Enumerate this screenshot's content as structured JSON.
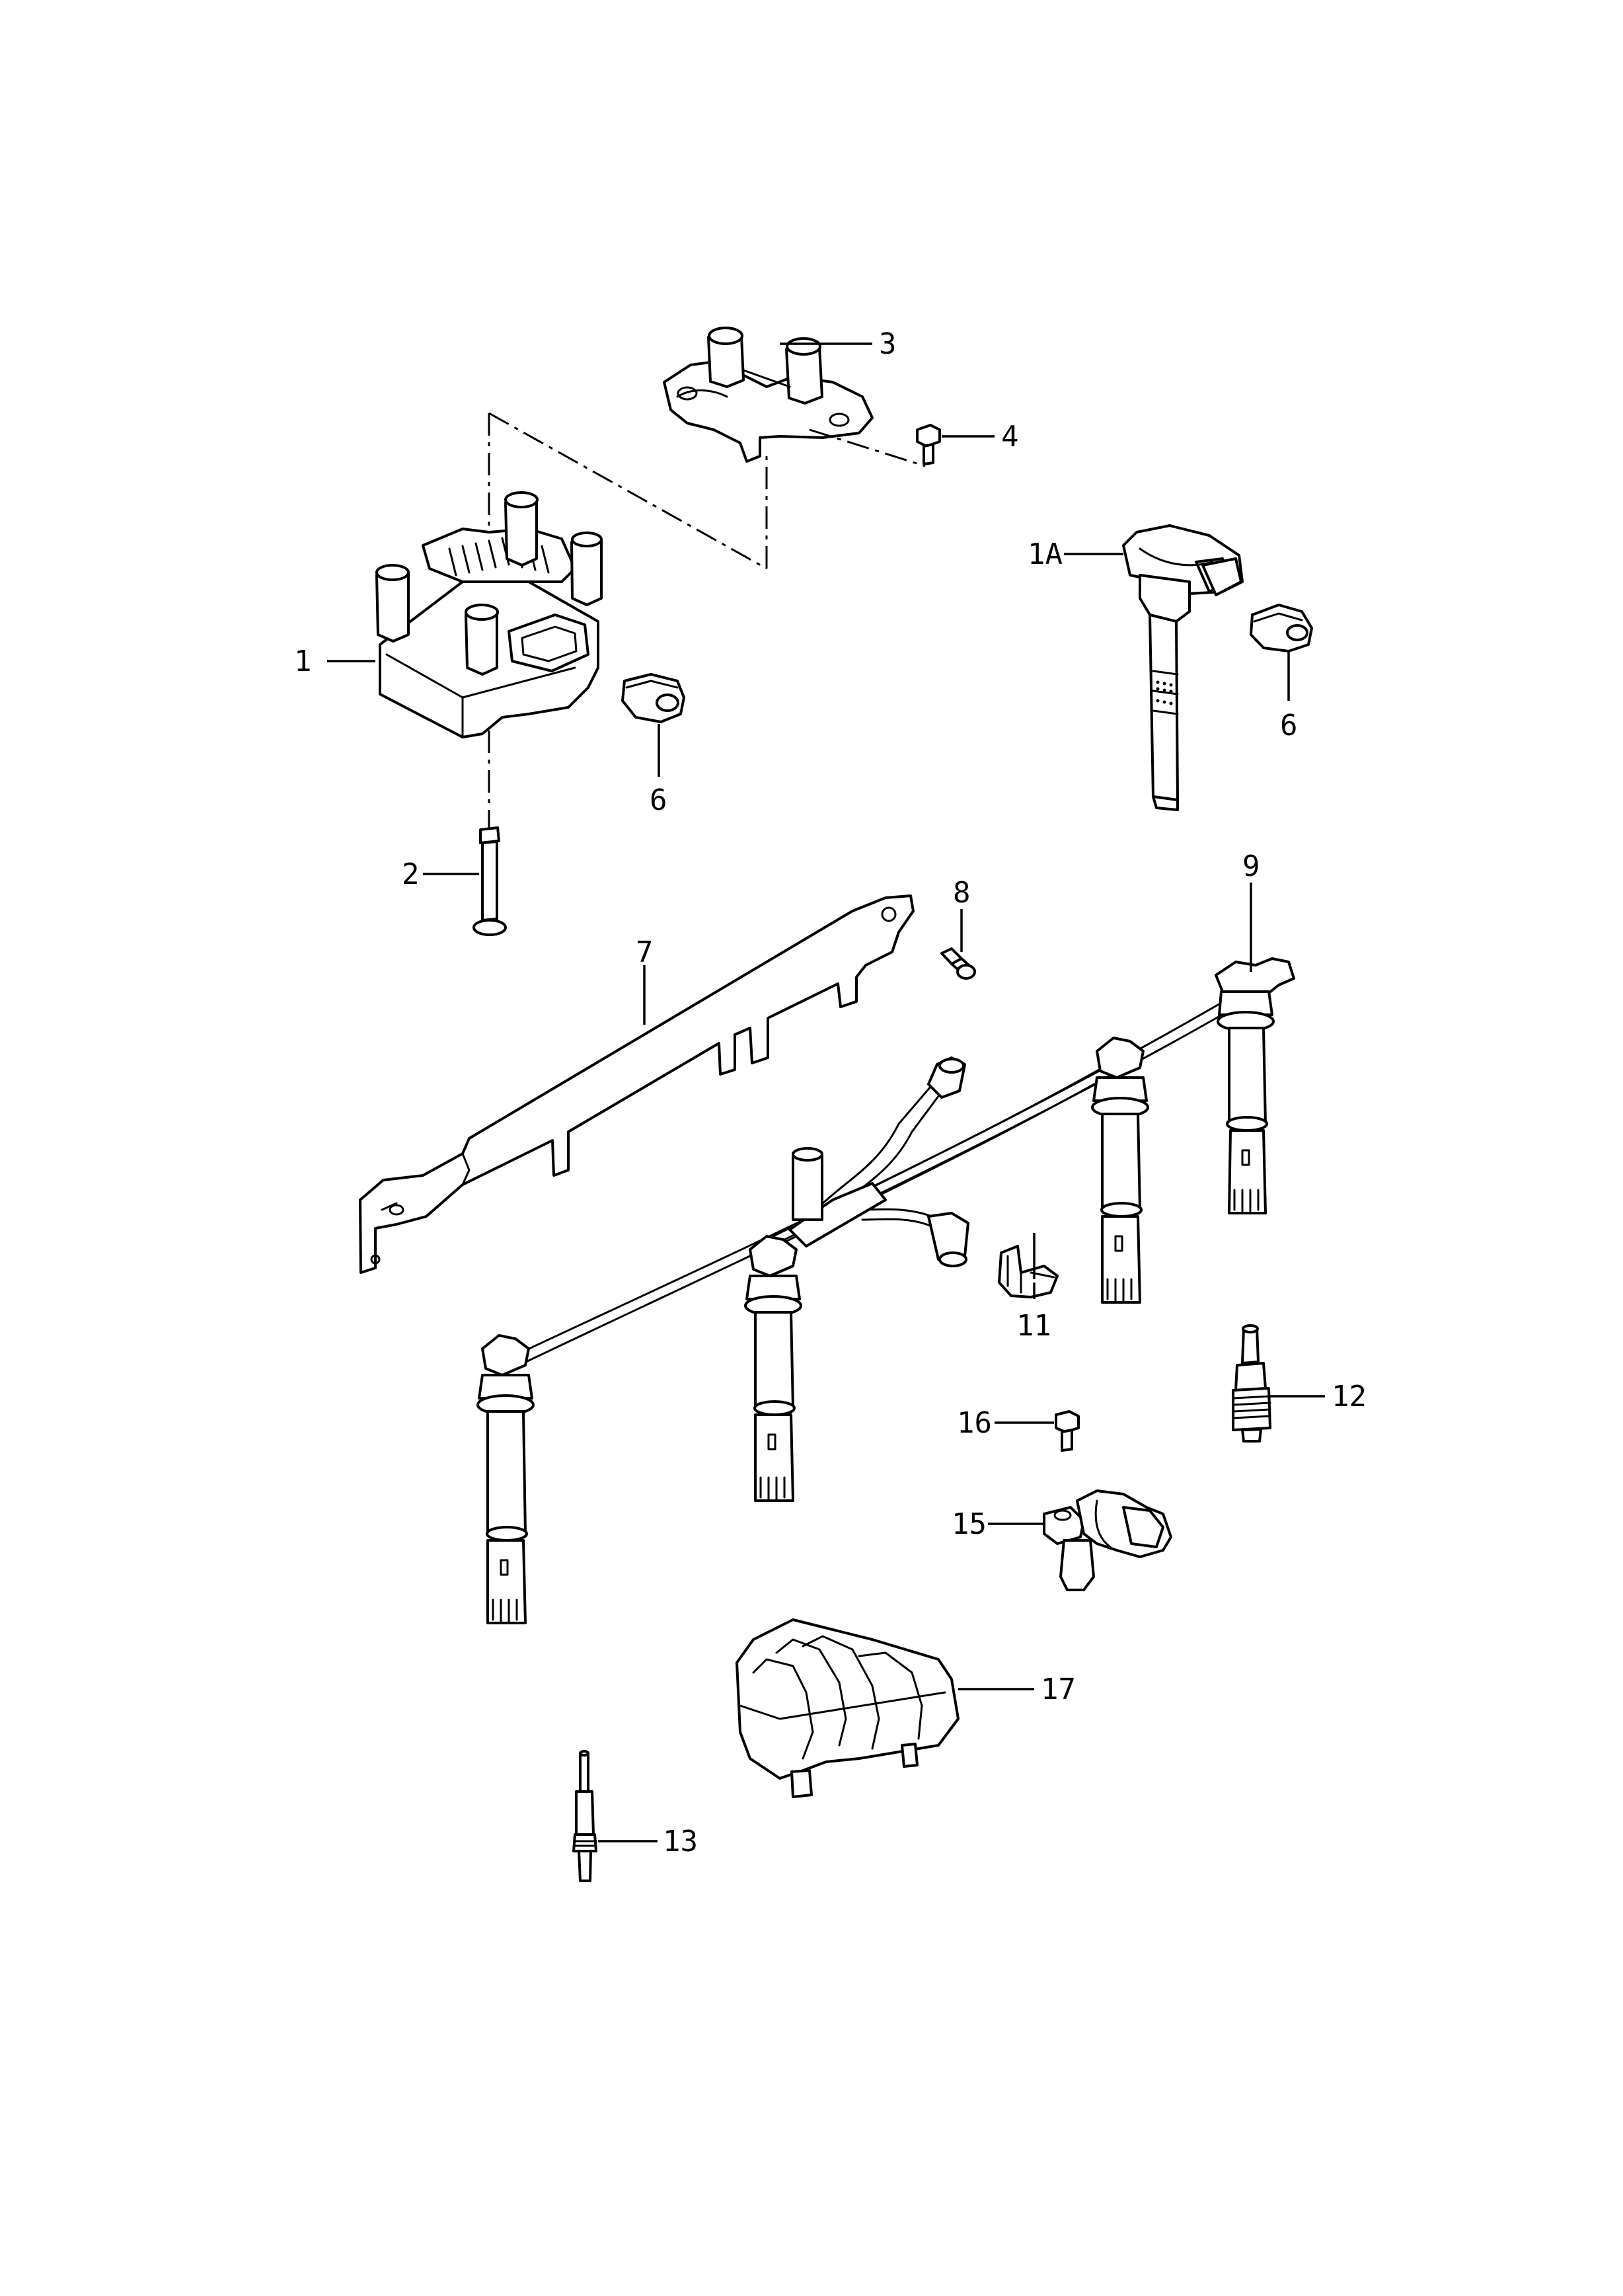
{
  "callouts": {
    "c1": "1",
    "c1a": "1A",
    "c2": "2",
    "c3": "3",
    "c4": "4",
    "c6a": "6",
    "c6b": "6",
    "c7": "7",
    "c8": "8",
    "c9": "9",
    "c11": "11",
    "c12": "12",
    "c13": "13",
    "c15": "15",
    "c16": "16",
    "c17": "17"
  }
}
